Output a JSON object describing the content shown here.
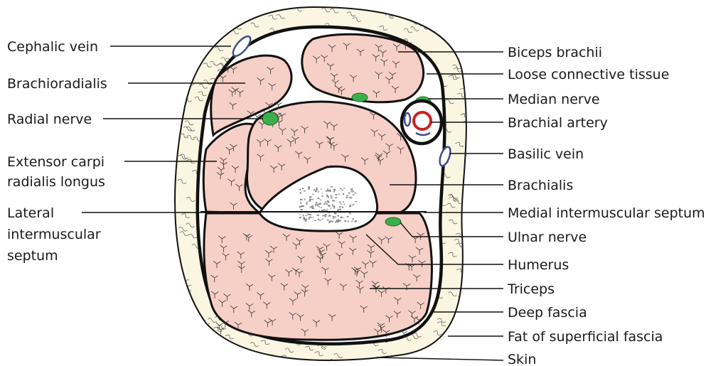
{
  "labels_left": [
    "Cephalic vein",
    "Brachioradialis",
    "Radial nerve",
    "Extensor carpi",
    "radialis longus",
    "Lateral",
    "intermuscular",
    "septum"
  ],
  "labels_right": [
    "Biceps brachii",
    "Loose connective tissue",
    "Median nerve",
    "Brachial artery",
    "Basilic vein",
    "Brachialis",
    "Medial intermuscular septum",
    "Ulnar nerve",
    "Humerus",
    "Triceps",
    "Deep fascia",
    "Fat of superficial fascia",
    "Skin"
  ],
  "colors": {
    "muscle": "#f6cfc6",
    "fat": "#fbf6e1",
    "nerve": "#3bb04a",
    "vein": "#3d4e8c",
    "artery": "#cc2222",
    "bone": "#ffffff"
  }
}
